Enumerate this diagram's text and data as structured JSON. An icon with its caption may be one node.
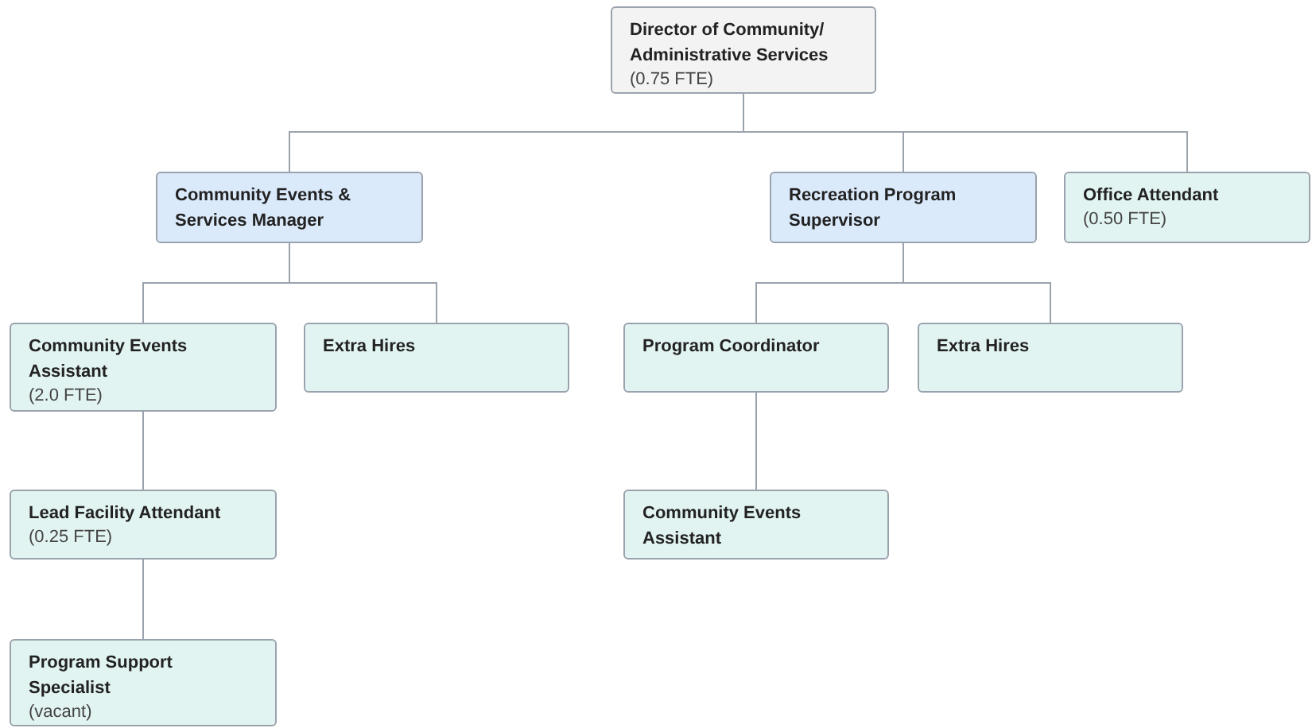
{
  "diagram": {
    "nodes": [
      {
        "text": [
          "Director of Community/ Administrative Services",
          "(0.75 FTE)"
        ]
      },
      {
        "text": [
          "Community Events & Services Manager"
        ]
      },
      {
        "text": [
          "Recreation Program Supervisor"
        ]
      },
      {
        "text": [
          "Office Attendant",
          "(0.50 FTE)"
        ]
      },
      {
        "text": [
          "Community Events Assistant",
          "(2.0 FTE)"
        ]
      },
      {
        "text": [
          "Extra Hires"
        ]
      },
      {
        "text": [
          "Program Coordinator"
        ]
      },
      {
        "text": [
          "Extra Hires"
        ]
      },
      {
        "text": [
          "Lead Facility Attendant",
          "(0.25 FTE)"
        ]
      },
      {
        "text": [
          "Community Events Assistant"
        ]
      },
      {
        "text": [
          "Program Support Specialist",
          "(vacant)"
        ]
      }
    ],
    "edges": [
      {
        "from": 0,
        "to": 1,
        "arrow": "none"
      },
      {
        "from": 0,
        "to": 2,
        "arrow": "none"
      },
      {
        "from": 0,
        "to": 3,
        "arrow": "none"
      },
      {
        "from": 1,
        "to": 4,
        "arrow": "none"
      },
      {
        "from": 1,
        "to": 5,
        "arrow": "none"
      },
      {
        "from": 2,
        "to": 6,
        "arrow": "none"
      },
      {
        "from": 2,
        "to": 7,
        "arrow": "none"
      },
      {
        "from": 4,
        "to": 8,
        "arrow": "none"
      },
      {
        "from": 6,
        "to": 9,
        "arrow": "none"
      },
      {
        "from": 8,
        "to": 10,
        "arrow": "none"
      }
    ]
  }
}
